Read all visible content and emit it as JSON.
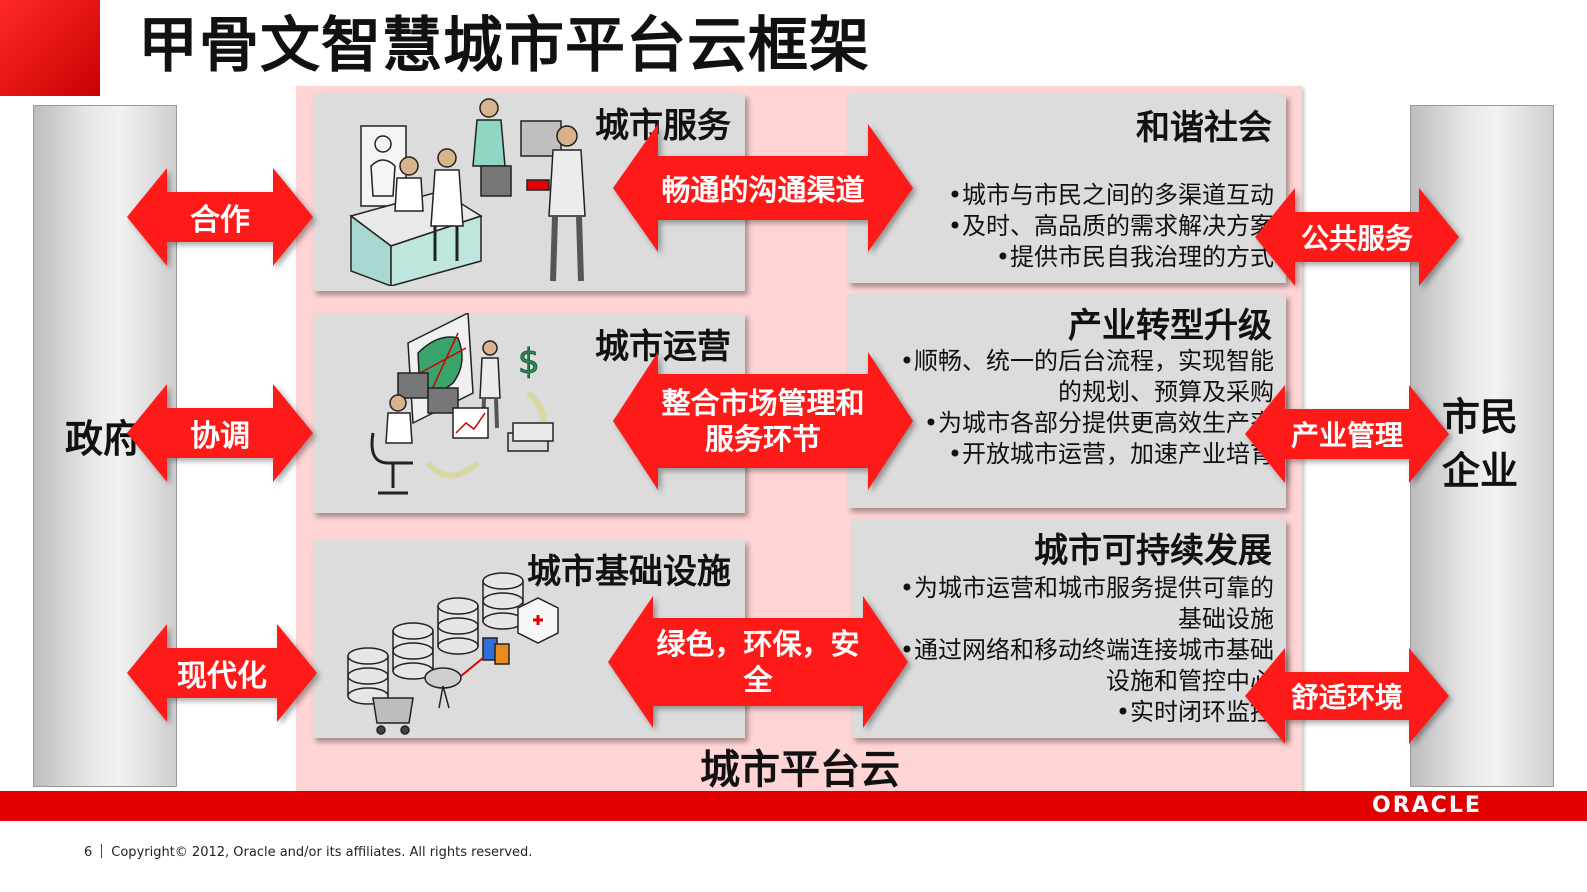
{
  "title": "甲骨文智慧城市平台云框架",
  "left_label": [
    "政府"
  ],
  "right_label": [
    "市民",
    "企业"
  ],
  "cloud_label": "城市平台云",
  "panels": {
    "service": "城市服务",
    "operations": "城市运营",
    "infrastructure": "城市基础设施"
  },
  "sections": [
    {
      "title": "和谐社会",
      "bullets": [
        "•城市与市民之间的多渠道互动",
        "•及时、高品质的需求解决方案",
        "•提供市民自我治理的方式"
      ]
    },
    {
      "title": "产业转型升级",
      "bullets": [
        "•顺畅、统一的后台流程，实现智能",
        "的规划、预算及采购",
        "•为城市各部分提供更高效生产率",
        "•开放城市运营，加速产业培育"
      ]
    },
    {
      "title": "城市可持续发展",
      "bullets": [
        "•为城市运营和城市服务提供可靠的",
        "基础设施",
        "•通过网络和移动终端连接城市基础",
        "设施和管控中心",
        "•实时闭环监控"
      ]
    }
  ],
  "arrows": {
    "left": [
      "合作",
      "协调",
      "现代化"
    ],
    "center": [
      "畅通的沟通渠道",
      "整合市场管理和服务环节",
      "绿色，环保，安全"
    ],
    "right": [
      "公共服务",
      "产业管理",
      "舒适环境"
    ]
  },
  "footer": {
    "page": "6",
    "copyright": "Copyright© 2012, Oracle and/or its affiliates. All rights reserved."
  },
  "logo_text": "ORACLE",
  "icons": [
    "office-illustration-icon",
    "city-operations-illustration-icon",
    "datacenter-illustration-icon",
    "double-arrow-icon"
  ],
  "colors": {
    "accent": "#e20000",
    "arrow": "#ff1a1a",
    "cloud_bg": "#ffd4d4",
    "panel_bg": "#dcdcdc",
    "pillar": "#d9d9d9"
  }
}
